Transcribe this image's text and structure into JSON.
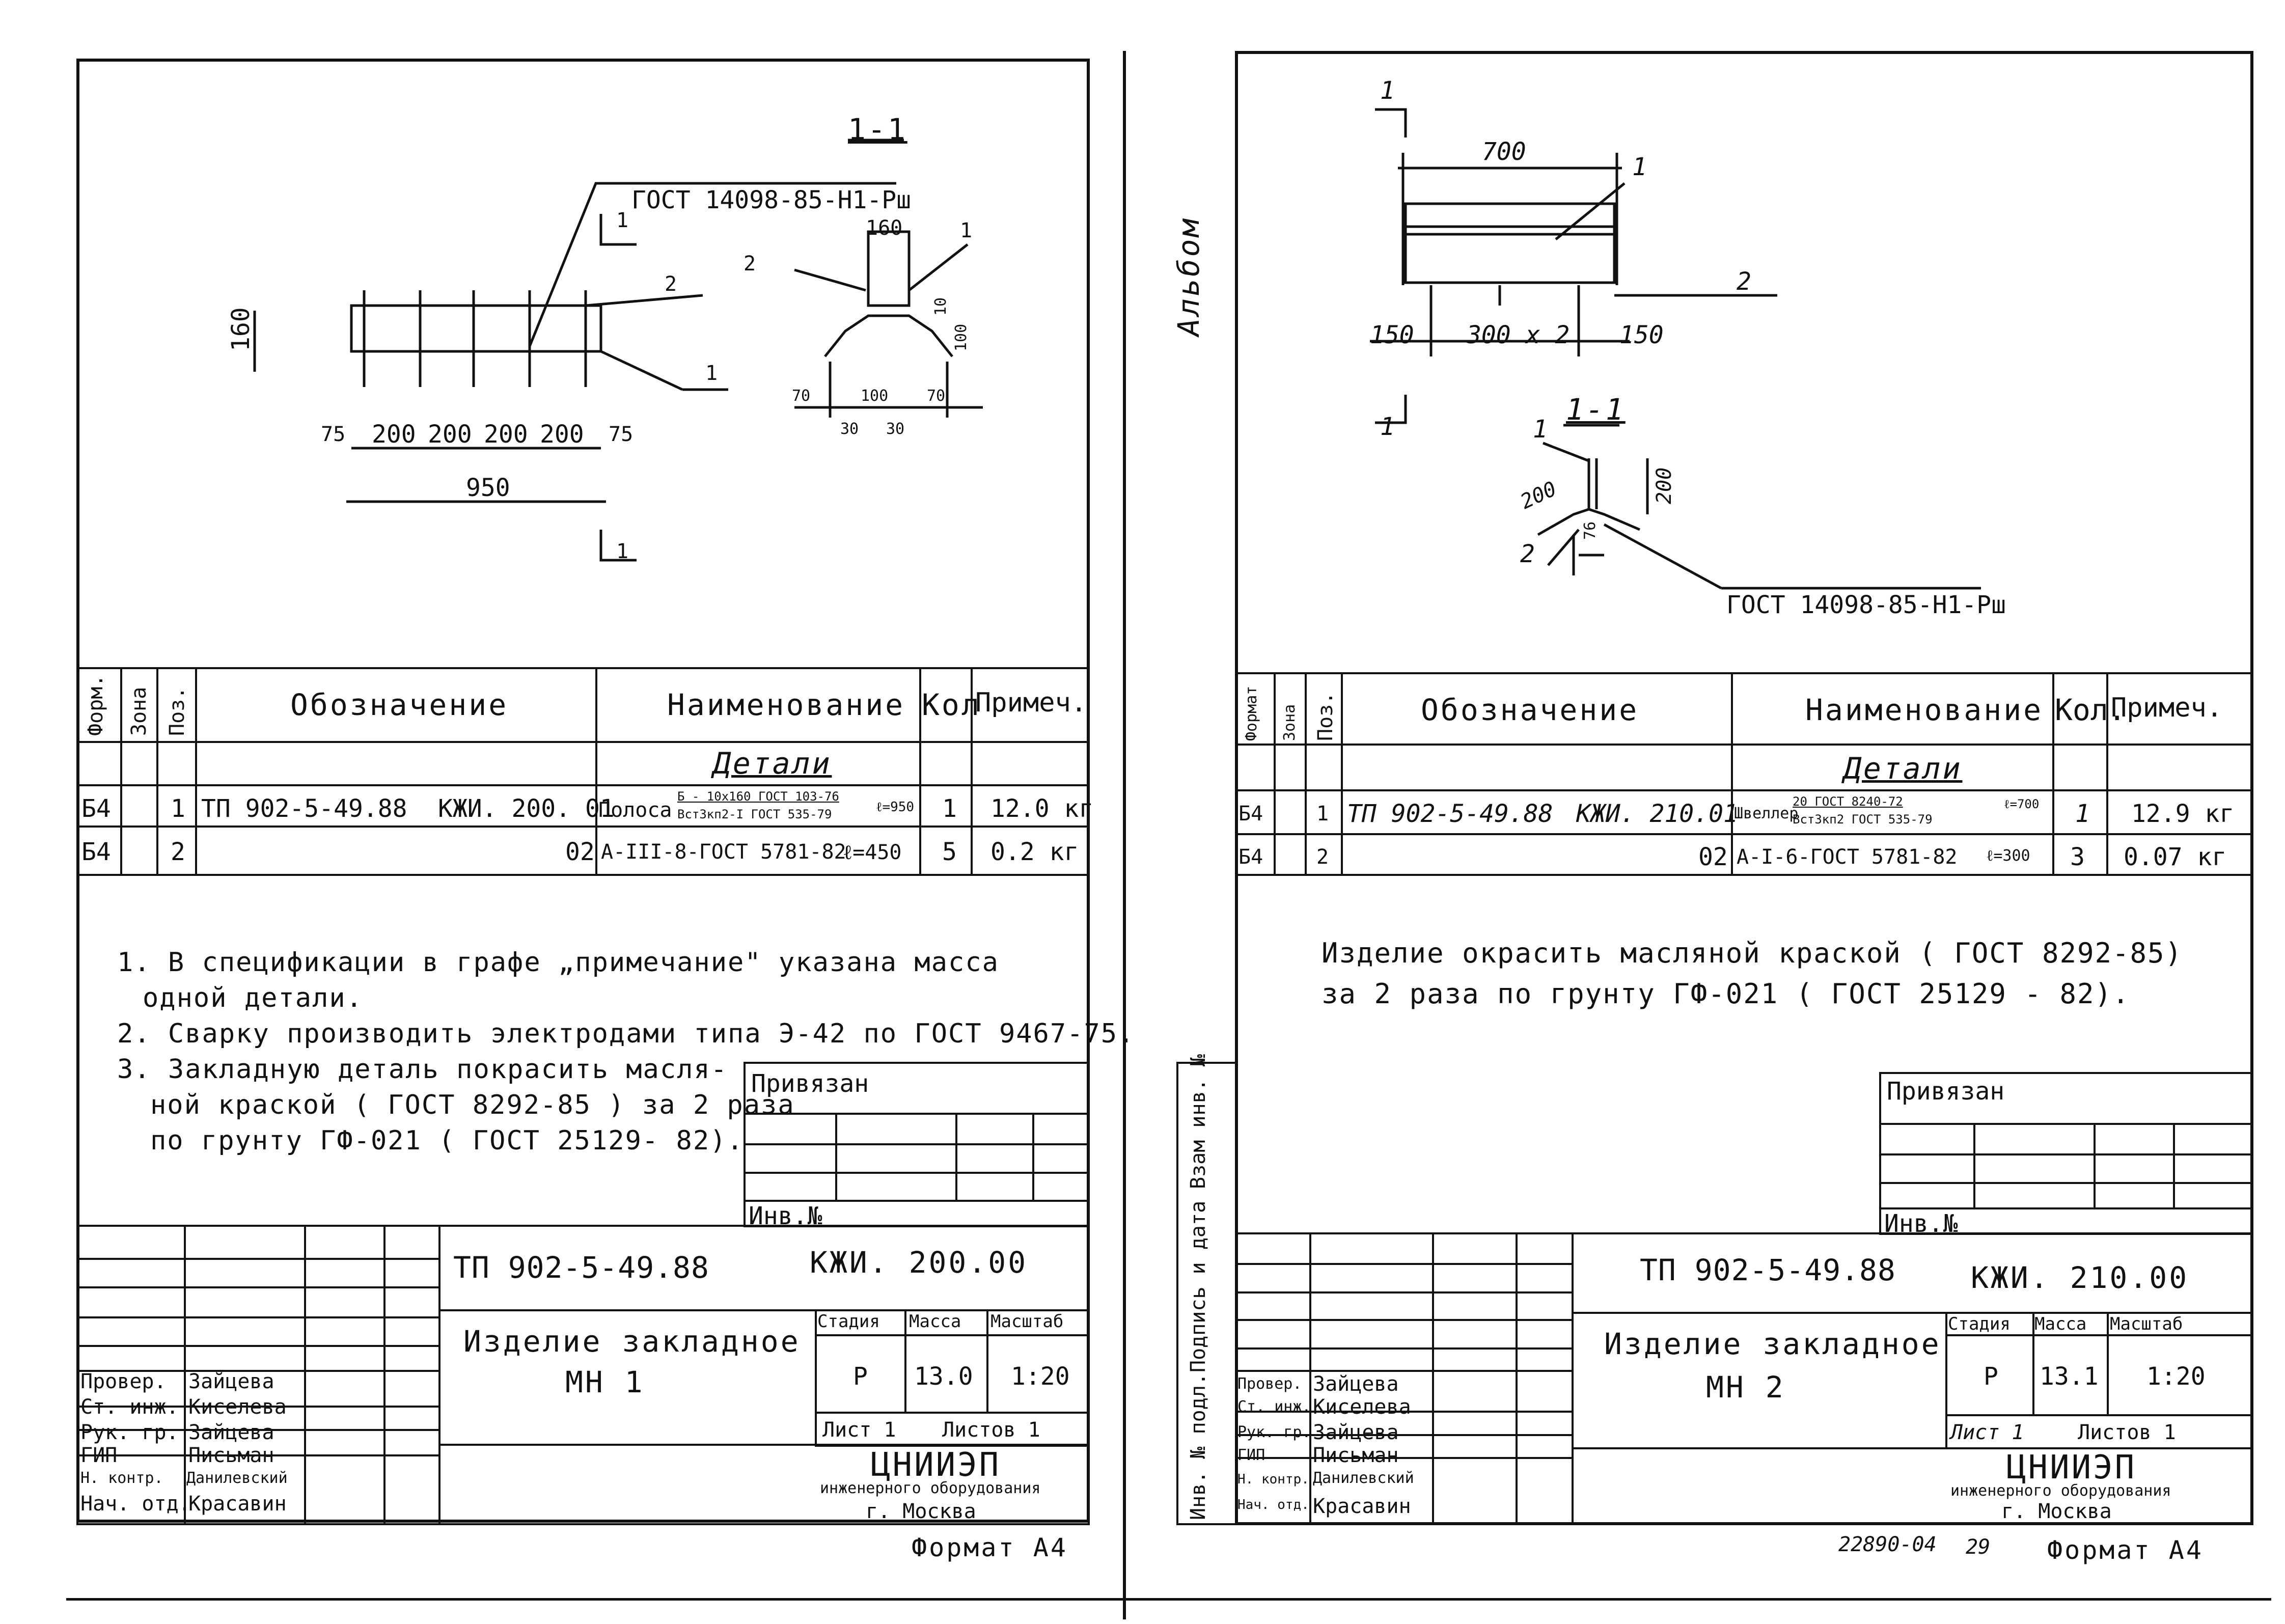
{
  "left": {
    "section_label": "1-1",
    "gost_callout": "ГОСТ 14098-85-Н1-Рш",
    "dims_top": {
      "height": "160",
      "spacing": [
        "75",
        "200",
        "200",
        "200",
        "200",
        "75"
      ],
      "total": "950",
      "section_cut": "1",
      "pos1": "1",
      "pos2": "2"
    },
    "section": {
      "w": "160",
      "d1": "10",
      "d2": "100",
      "bottom": [
        "70",
        "100",
        "70"
      ],
      "bottom2": [
        "30",
        "30"
      ],
      "pos1": "1",
      "pos2": "2"
    },
    "table": {
      "headers": {
        "format": "Форм.",
        "zone": "Зона",
        "pos": "Поз.",
        "designation": "Обозначение",
        "name": "Наименование",
        "qty": "Кол",
        "note": "Примеч."
      },
      "section_title": "Детали",
      "rows": [
        {
          "format": "Б4",
          "pos": "1",
          "designation": "ТП 902-5-49.88",
          "code": "КЖИ. 200. 01",
          "name": "Полоса",
          "name_top": "Б - 10х160 ГОСТ 103-76",
          "name_bot": "Вст3кп2-I ГОСТ 535-79",
          "len": "ℓ=950",
          "qty": "1",
          "note": "12.0 кг"
        },
        {
          "format": "Б4",
          "pos": "2",
          "designation": "",
          "code": "02",
          "name": "А-III-8-ГОСТ 5781-82",
          "len": "ℓ=450",
          "qty": "5",
          "note": "0.2 кг"
        }
      ]
    },
    "notes": [
      "1. В спецификации в графе „примечание\" указана масса",
      "одной детали.",
      "2. Сварку производить электродами типа Э-42 по ГОСТ 9467-75.",
      "3. Закладную деталь покрасить масля-",
      "ной краской ( ГОСТ 8292-85 ) за 2 раза",
      "по грунту ГФ-021 ( ГОСТ 25129- 82)."
    ],
    "privyazan": "Привязан",
    "inv_no": "Инв.№",
    "title": {
      "doc_num": "ТП 902-5-49.88",
      "doc_code": "КЖИ. 200.00",
      "name_line1": "Изделие закладное",
      "name_line2": "МН 1",
      "stage_h": "Стадия",
      "mass_h": "Масса",
      "scale_h": "Масштаб",
      "stage": "Р",
      "mass": "13.0",
      "scale": "1:20",
      "sheet": "Лист 1",
      "sheets": "Листов 1",
      "org1": "ЦНИИЭП",
      "org2": "инженерного оборудования",
      "org3": "г. Москва"
    },
    "signers": [
      {
        "role": "Провер.",
        "name": "Зайцева"
      },
      {
        "role": "Ст. инж.",
        "name": "Киселева"
      },
      {
        "role": "Рук. гр.",
        "name": "Зайцева"
      },
      {
        "role": "ГИП",
        "name": "Письман"
      },
      {
        "role": "Н. контр.",
        "name": "Данилевский"
      },
      {
        "role": "Нач. отд.",
        "name": "Красавин"
      }
    ],
    "format": "Формат А4"
  },
  "right": {
    "album": "Альбом",
    "side_labels": [
      "Инв. № подл.",
      "Подпись и дата",
      "Взам инв. №"
    ],
    "dims": {
      "len": "700",
      "d150a": "150",
      "mid": "300 х 2",
      "d150b": "150",
      "pos1": "1",
      "pos2": "2",
      "cut": "1",
      "section_label": "1-1",
      "s200a": "200",
      "s200b": "200",
      "s76": "76",
      "sp1": "1",
      "sp2": "2"
    },
    "gost_callout": "ГОСТ 14098-85-Н1-Рш",
    "table": {
      "headers": {
        "format": "Формат",
        "zone": "Зона",
        "pos": "Поз.",
        "designation": "Обозначение",
        "name": "Наименование",
        "qty": "Кол.",
        "note": "Примеч."
      },
      "section_title": "Детали",
      "rows": [
        {
          "format": "Б4",
          "pos": "1",
          "designation": "ТП 902-5-49.88",
          "code": "КЖИ. 210.01",
          "name": "Швеллер",
          "name_top": "20 ГОСТ 8240-72",
          "name_bot": "Вст3кп2 ГОСТ 535-79",
          "len": "ℓ=700",
          "qty": "1",
          "note": "12.9 кг"
        },
        {
          "format": "Б4",
          "pos": "2",
          "designation": "",
          "code": "02",
          "name": "А-I-6-ГОСТ 5781-82",
          "len": "ℓ=300",
          "qty": "3",
          "note": "0.07 кг"
        }
      ]
    },
    "notes": [
      "Изделие окрасить масляной краской ( ГОСТ 8292-85)",
      "за 2 раза по грунту ГФ-021 ( ГОСТ 25129 - 82)."
    ],
    "privyazan": "Привязан",
    "inv_no": "Инв.№",
    "title": {
      "doc_num": "ТП 902-5-49.88",
      "doc_code": "КЖИ. 210.00",
      "name_line1": "Изделие закладное",
      "name_line2": "МН 2",
      "stage_h": "Стадия",
      "mass_h": "Масса",
      "scale_h": "Масштаб",
      "stage": "Р",
      "mass": "13.1",
      "scale": "1:20",
      "sheet": "Лист 1",
      "sheets": "Листов 1",
      "org1": "ЦНИИЭП",
      "org2": "инженерного оборудования",
      "org3": "г. Москва"
    },
    "signers": [
      {
        "role": "Провер.",
        "name": "Зайцева"
      },
      {
        "role": "Ст. инж.",
        "name": "Киселева"
      },
      {
        "role": "Рук. гр.",
        "name": "Зайцева"
      },
      {
        "role": "ГИП",
        "name": "Письман"
      },
      {
        "role": "Н. контр.",
        "name": "Данилевский"
      },
      {
        "role": "Нач. отд.",
        "name": "Красавин"
      }
    ],
    "sheet_code": "22890-04",
    "page_num": "29",
    "format": "Формат А4"
  }
}
